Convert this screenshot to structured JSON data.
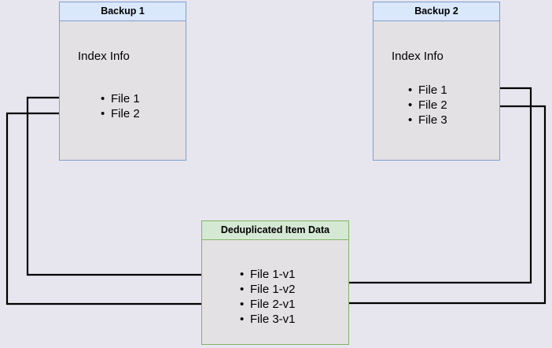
{
  "diagram": {
    "title_semantic": "backup-deduplication-diagram",
    "background_color": "#e7e6ef",
    "edge_color": "#000000"
  },
  "nodes": {
    "backup1": {
      "header": "Backup 1",
      "section_label": "Index Info",
      "files": [
        "File 1",
        "File 2"
      ],
      "fill": "#e4e1e4",
      "header_fill": "#dae8fc",
      "stroke": "#7e9fcf"
    },
    "backup2": {
      "header": "Backup 2",
      "section_label": "Index Info",
      "files": [
        "File 1",
        "File 2",
        "File 3"
      ],
      "fill": "#e4e1e4",
      "header_fill": "#dae8fc",
      "stroke": "#7e9fcf"
    },
    "dedup": {
      "header": "Deduplicated Item Data",
      "files": [
        "File 1-v1",
        "File 1-v2",
        "File 2-v1",
        "File 3-v1"
      ],
      "fill": "#e4e1e4",
      "header_fill": "#d5e8d4",
      "stroke": "#82b366"
    }
  },
  "edges": [
    {
      "name": "backup1-file1-to-file1v1",
      "from": "Backup 1 / File 1",
      "to": "Deduplicated Item Data / File 1-v1"
    },
    {
      "name": "backup1-file2-to-file2v1",
      "from": "Backup 1 / File 2",
      "to": "Deduplicated Item Data / File 2-v1"
    },
    {
      "name": "backup2-file1-to-file1v2",
      "from": "Backup 2 / File 1",
      "to": "Deduplicated Item Data / File 1-v2"
    },
    {
      "name": "backup2-file2-to-file2v1",
      "from": "Backup 2 / File 2",
      "to": "Deduplicated Item Data / File 2-v1"
    }
  ]
}
